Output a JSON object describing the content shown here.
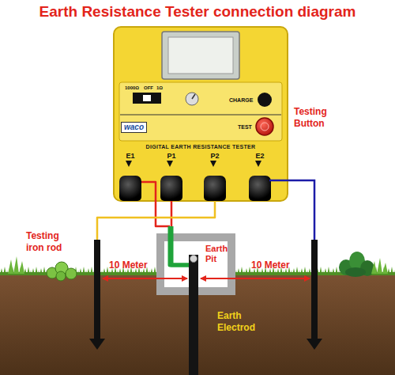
{
  "diagram": {
    "title": "Earth Resistance Tester connection diagram",
    "nodes": [
      {
        "text": [
          "DIGITAL EARTH RESISTANCE TESTER"
        ]
      },
      {
        "text": [
          "E1"
        ],
        "in": 0
      },
      {
        "text": [
          "P1"
        ],
        "in": 0
      },
      {
        "text": [
          "P2"
        ],
        "in": 0
      },
      {
        "text": [
          "E2"
        ],
        "in": 0
      },
      {
        "text": [
          "Testing iron rod"
        ]
      },
      {
        "text": [
          "Earth Pit"
        ]
      },
      {
        "text": [
          "Earth Electrod"
        ]
      }
    ],
    "edges": [
      {
        "from": 1,
        "to": 7,
        "arrow": "none"
      },
      {
        "from": 2,
        "to": 7,
        "arrow": "none"
      },
      {
        "from": 3,
        "to": 5,
        "arrow": "none"
      }
    ],
    "labels": [
      "1000Ω",
      "OFF",
      "1Ω",
      "CHARGE",
      "TEST",
      "waco",
      "Testing Button",
      "10 Meter",
      "10 Meter"
    ]
  }
}
